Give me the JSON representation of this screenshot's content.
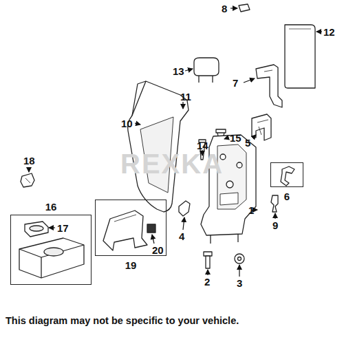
{
  "diagram": {
    "caption": "This diagram may not be specific to your vehicle.",
    "nodes": [
      {
        "text": [
          "16"
        ]
      },
      {
        "text": [
          "19"
        ]
      },
      {
        "text": [
          "6"
        ]
      }
    ],
    "labels": [
      "8",
      "13",
      "7",
      "12",
      "11",
      "10",
      "15",
      "14",
      "5",
      "REXKA",
      "18",
      "17",
      "1",
      "4",
      "20",
      "9",
      "2",
      "3"
    ]
  }
}
